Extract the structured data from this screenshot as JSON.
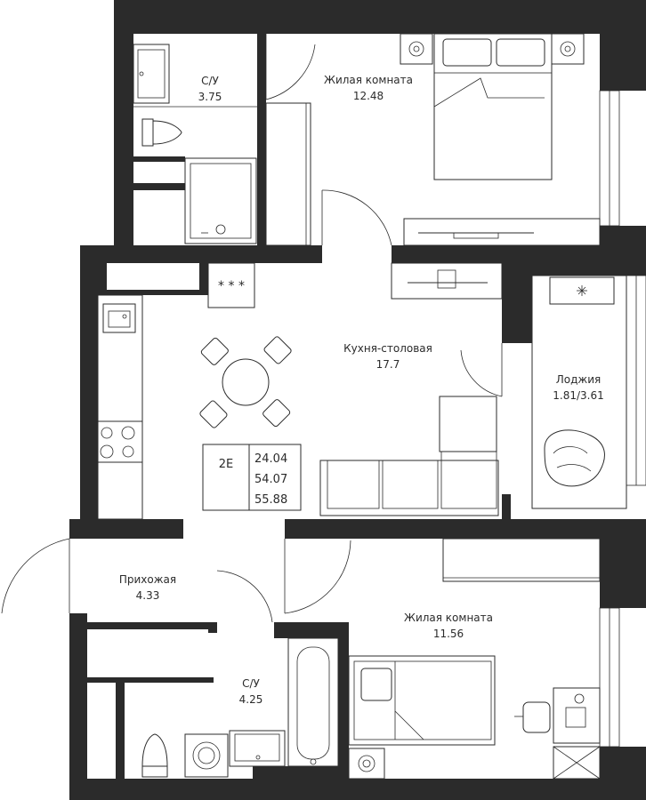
{
  "rooms": [
    {
      "id": "bath1",
      "name": "С/У",
      "area": "3.75"
    },
    {
      "id": "living1",
      "name": "Жилая комната",
      "area": "12.48"
    },
    {
      "id": "kitchen",
      "name": "Кухня-столовая",
      "area": "17.7"
    },
    {
      "id": "loggia",
      "name": "Лоджия",
      "area": "1.81/3.61"
    },
    {
      "id": "hall",
      "name": "Прихожая",
      "area": "4.33"
    },
    {
      "id": "living2",
      "name": "Жилая комната",
      "area": "11.56"
    },
    {
      "id": "bath2",
      "name": "С/У",
      "area": "4.25"
    }
  ],
  "unit": {
    "code": "2E",
    "areas": [
      "24.04",
      "54.07",
      "55.88"
    ]
  },
  "icons": [
    "stove-burners-icon",
    "sink-icon",
    "toilet-icon",
    "shower-icon",
    "bathtub-icon",
    "washing-machine-icon",
    "dining-table-icon",
    "sofa-icon",
    "bed-icon",
    "armchair-icon",
    "desk-chair-icon"
  ],
  "colors": {
    "wall": "#2b2b2b",
    "background": "#ffffff"
  }
}
